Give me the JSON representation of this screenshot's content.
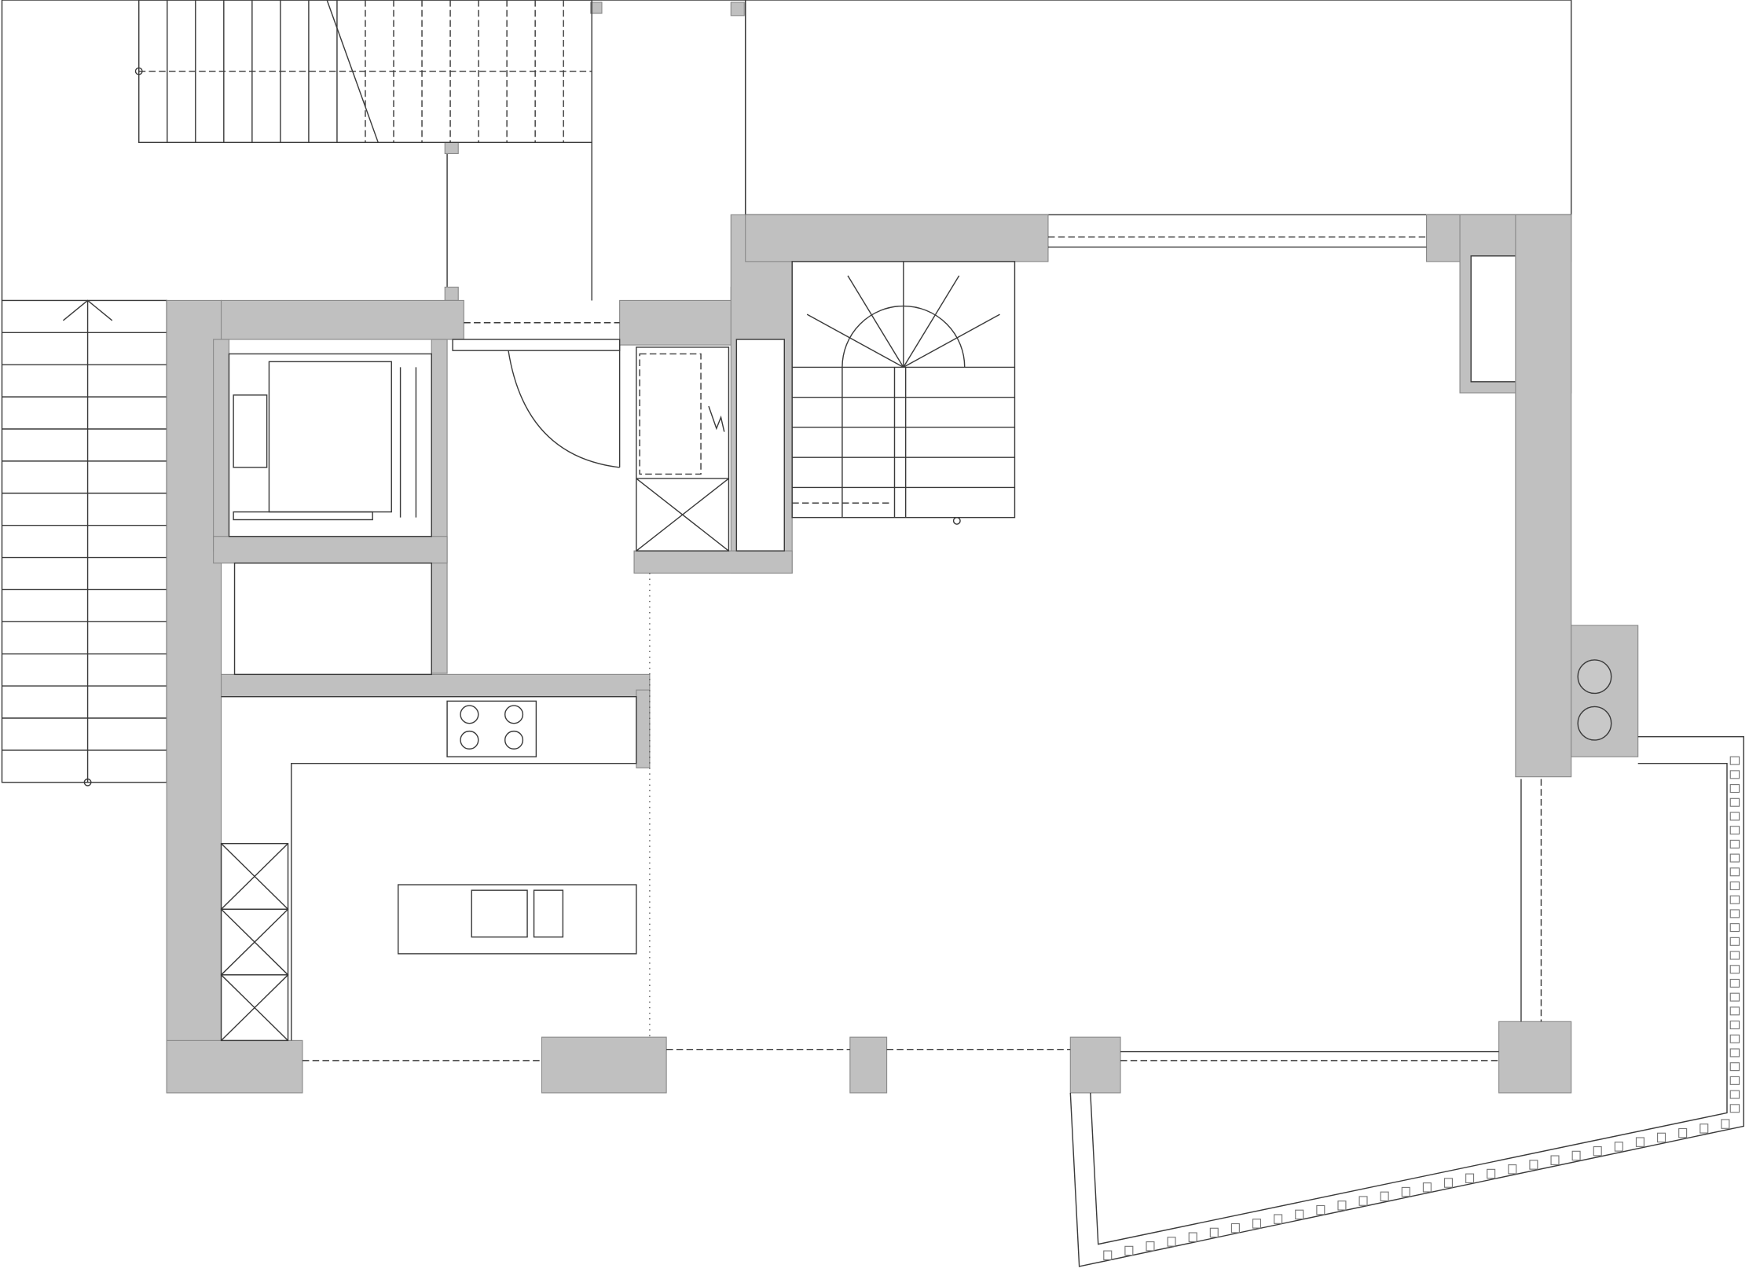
{
  "colors": {
    "wall_fill": "#c0c0c0",
    "line": "#3a3a3a",
    "background": "#ffffff"
  },
  "plan": {
    "left_stair_treads": 15,
    "top_stair_treads": 16,
    "cooktop_burners": 4,
    "tall_cabinets": 3,
    "balcony_posts_right": 26,
    "balcony_posts_bottom": 30
  }
}
